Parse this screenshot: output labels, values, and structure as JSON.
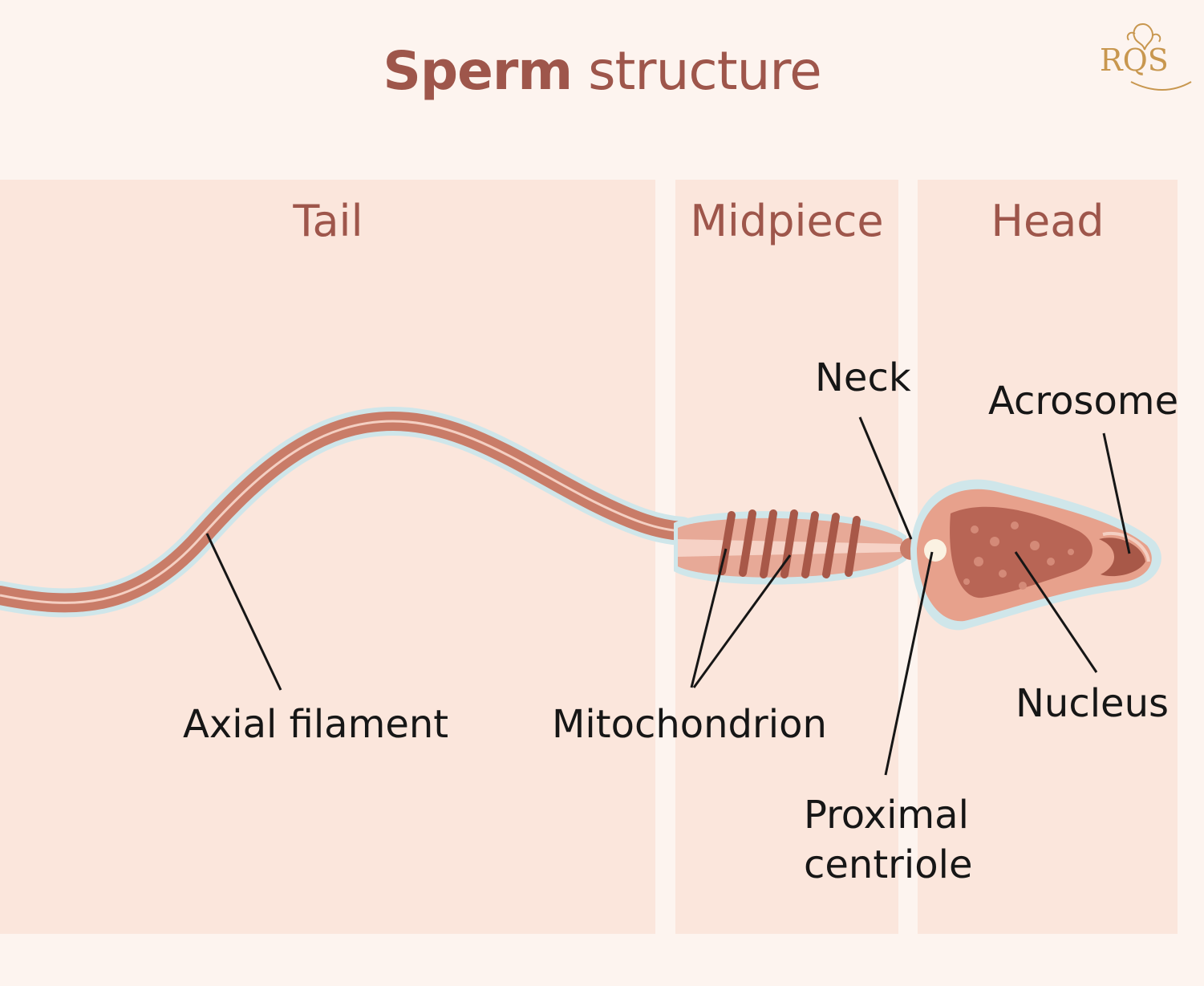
{
  "title": {
    "bold": "Sperm",
    "rest": "structure"
  },
  "logo": {
    "text": "RQS"
  },
  "sections": {
    "tail": "Tail",
    "midpiece": "Midpiece",
    "head": "Head"
  },
  "labels": {
    "axial_filament": "Axial filament",
    "mitochondrion": "Mitochondrion",
    "neck": "Neck",
    "acrosome": "Acrosome",
    "nucleus": "Nucleus",
    "proximal_centriole_line1": "Proximal",
    "proximal_centriole_line2": "centriole"
  },
  "colors": {
    "background": "#fdf4ef",
    "panel": "#fbe6dc",
    "heading": "#9e564b",
    "tail": "#c97c68",
    "membrane": "#cfe6ea",
    "logo": "#c8974f"
  }
}
